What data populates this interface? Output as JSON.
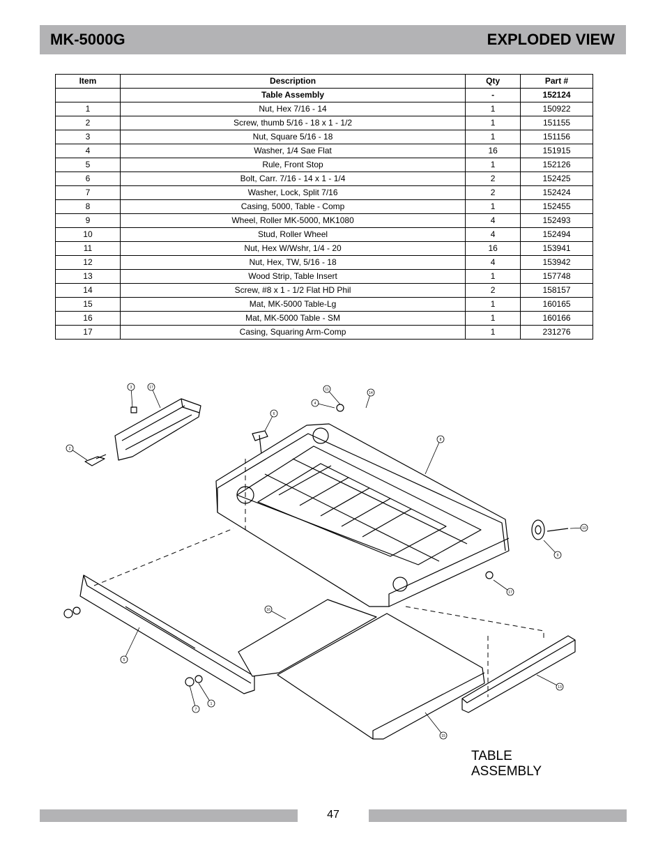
{
  "header": {
    "model": "MK-5000G",
    "section": "EXPLODED VIEW"
  },
  "table": {
    "columns": [
      "Item",
      "Description",
      "Qty",
      "Part #"
    ],
    "rows": [
      {
        "item": "",
        "description": "Table Assembly",
        "qty": "-",
        "part": "152124",
        "bold": true
      },
      {
        "item": "1",
        "description": "Nut, Hex 7/16 - 14",
        "qty": "1",
        "part": "150922"
      },
      {
        "item": "2",
        "description": "Screw, thumb 5/16 - 18 x 1 - 1/2",
        "qty": "1",
        "part": "151155"
      },
      {
        "item": "3",
        "description": "Nut, Square 5/16 - 18",
        "qty": "1",
        "part": "151156"
      },
      {
        "item": "4",
        "description": "Washer, 1/4 Sae Flat",
        "qty": "16",
        "part": "151915"
      },
      {
        "item": "5",
        "description": "Rule, Front Stop",
        "qty": "1",
        "part": "152126"
      },
      {
        "item": "6",
        "description": "Bolt, Carr. 7/16 - 14 x 1 - 1/4",
        "qty": "2",
        "part": "152425"
      },
      {
        "item": "7",
        "description": "Washer, Lock, Split 7/16",
        "qty": "2",
        "part": "152424"
      },
      {
        "item": "8",
        "description": "Casing, 5000, Table - Comp",
        "qty": "1",
        "part": "152455"
      },
      {
        "item": "9",
        "description": "Wheel, Roller MK-5000, MK1080",
        "qty": "4",
        "part": "152493"
      },
      {
        "item": "10",
        "description": "Stud, Roller Wheel",
        "qty": "4",
        "part": "152494"
      },
      {
        "item": "11",
        "description": "Nut, Hex W/Wshr, 1/4 - 20",
        "qty": "16",
        "part": "153941"
      },
      {
        "item": "12",
        "description": "Nut, Hex, TW, 5/16 - 18",
        "qty": "4",
        "part": "153942"
      },
      {
        "item": "13",
        "description": "Wood Strip, Table Insert",
        "qty": "1",
        "part": "157748"
      },
      {
        "item": "14",
        "description": "Screw, #8 x 1 - 1/2 Flat HD Phil",
        "qty": "2",
        "part": "158157"
      },
      {
        "item": "15",
        "description": "Mat, MK-5000 Table-Lg",
        "qty": "1",
        "part": "160165"
      },
      {
        "item": "16",
        "description": "Mat, MK-5000 Table - SM",
        "qty": "1",
        "part": "160166"
      },
      {
        "item": "17",
        "description": "Casing, Squaring Arm-Comp",
        "qty": "1",
        "part": "231276"
      }
    ]
  },
  "diagram": {
    "callouts": [
      "3",
      "17",
      "2",
      "11",
      "14",
      "4",
      "6",
      "8",
      "10",
      "9",
      "17",
      "16",
      "5",
      "1",
      "7",
      "15",
      "13"
    ]
  },
  "assembly_label": {
    "line1": "TABLE",
    "line2": "ASSEMBLY"
  },
  "footer": {
    "page_number": "47"
  }
}
